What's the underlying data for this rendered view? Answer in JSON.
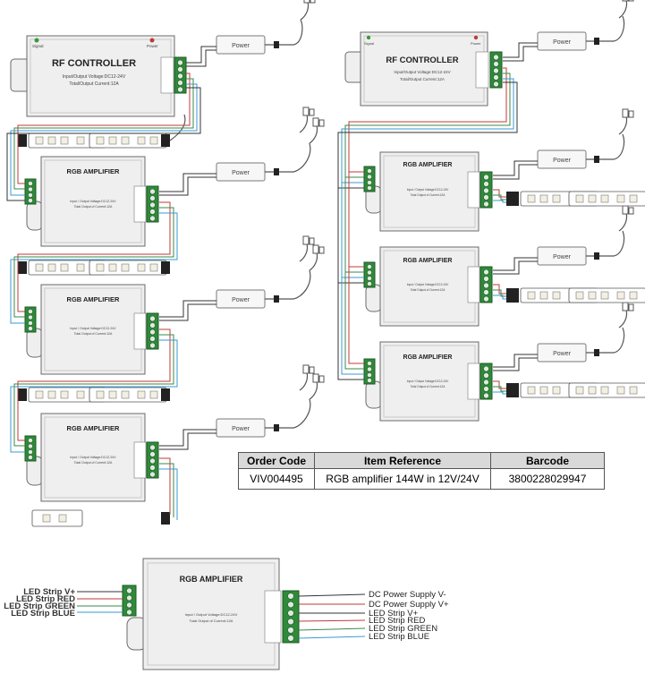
{
  "controller": {
    "title": "RF CONTROLLER",
    "signal_label": "Signal",
    "power_label": "Power",
    "spec_voltage": "Input/Output Voltage:DC12-24V",
    "spec_current": "Total/Output Current:12A"
  },
  "amplifier": {
    "title": "RGB AMPLIFIER",
    "spec_voltage": "Input / Output Voltage:DC12-24V",
    "spec_current": "Total Output of Current:12A"
  },
  "psu_label": "Power",
  "table": {
    "headers": [
      "Order Code",
      "Item Reference",
      "Barcode"
    ],
    "rows": [
      [
        "VIV004495",
        "RGB amplifier 144W in 12V/24V",
        "3800228029947"
      ]
    ]
  },
  "detail": {
    "title": "RGB AMPLIFIER",
    "spec_voltage": "Input / Output Voltage:DC12-24V",
    "spec_current": "Total Output of Current:12A",
    "left_labels": [
      "LED Strip V+",
      "LED Strip RED",
      "LED Strip GREEN",
      "LED Strip BLUE"
    ],
    "right_labels": [
      "DC Power Supply V-",
      "DC Power Supply V+",
      "LED Strip V+",
      "LED Strip RED",
      "LED Strip GREEN",
      "LED Strip BLUE"
    ]
  }
}
